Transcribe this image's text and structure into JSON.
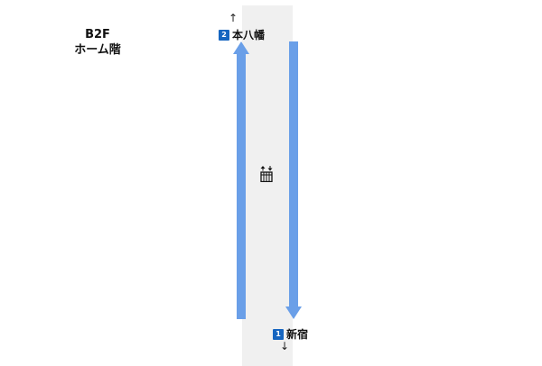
{
  "floor": {
    "level": "B2F",
    "name": "ホーム階"
  },
  "platforms": [
    {
      "track": "2",
      "destination": "本八幡",
      "direction_arrow": "↑",
      "badge_color": "#1565c0"
    },
    {
      "track": "1",
      "destination": "新宿",
      "direction_arrow": "↓",
      "badge_color": "#1565c0"
    }
  ],
  "facilities": [
    {
      "type": "elevator",
      "icon": "elevator-icon"
    }
  ],
  "colors": {
    "arrow": "#6a9fe8",
    "platform": "#f0f0f0",
    "track_badge": "#1565c0"
  }
}
